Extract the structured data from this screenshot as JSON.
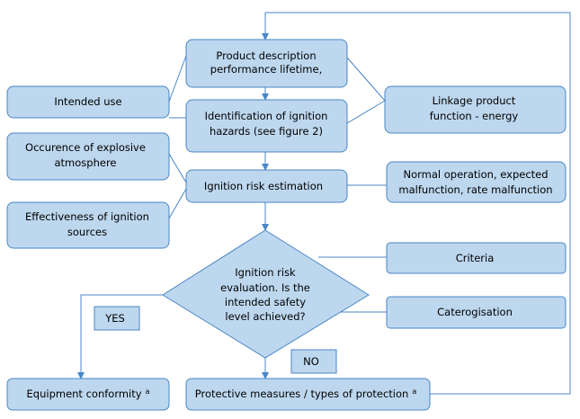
{
  "nodes": {
    "product_description": [
      "Product description",
      "performance lifetime,"
    ],
    "identification": [
      "Identification  of  ignition",
      "hazards (see figure 2)"
    ],
    "risk_estimation": [
      "Ignition risk estimation"
    ],
    "evaluation": [
      "Ignition risk",
      "evaluation. Is the",
      "intended safety",
      "level achieved?"
    ],
    "intended_use": [
      "Intended use"
    ],
    "explosive_atmosphere": [
      "Occurence of explosive",
      "atmosphere"
    ],
    "effectiveness": [
      "Effectiveness of ignition",
      "sources"
    ],
    "linkage": [
      "Linkage product",
      "function  - energy"
    ],
    "normal_operation": [
      "Normal operation, expected",
      "malfunction,  rate malfunction"
    ],
    "criteria": [
      "Criteria"
    ],
    "categorisation": [
      "Caterogisation"
    ],
    "yes": "YES",
    "no": "NO",
    "equipment_conformity": "Equipment  conformity",
    "protective_measures": "Protective measures / types of protection",
    "footnote_mark": "a"
  },
  "colors": {
    "box_fill": "#bdd7ee",
    "box_stroke": "#4a86c6"
  }
}
